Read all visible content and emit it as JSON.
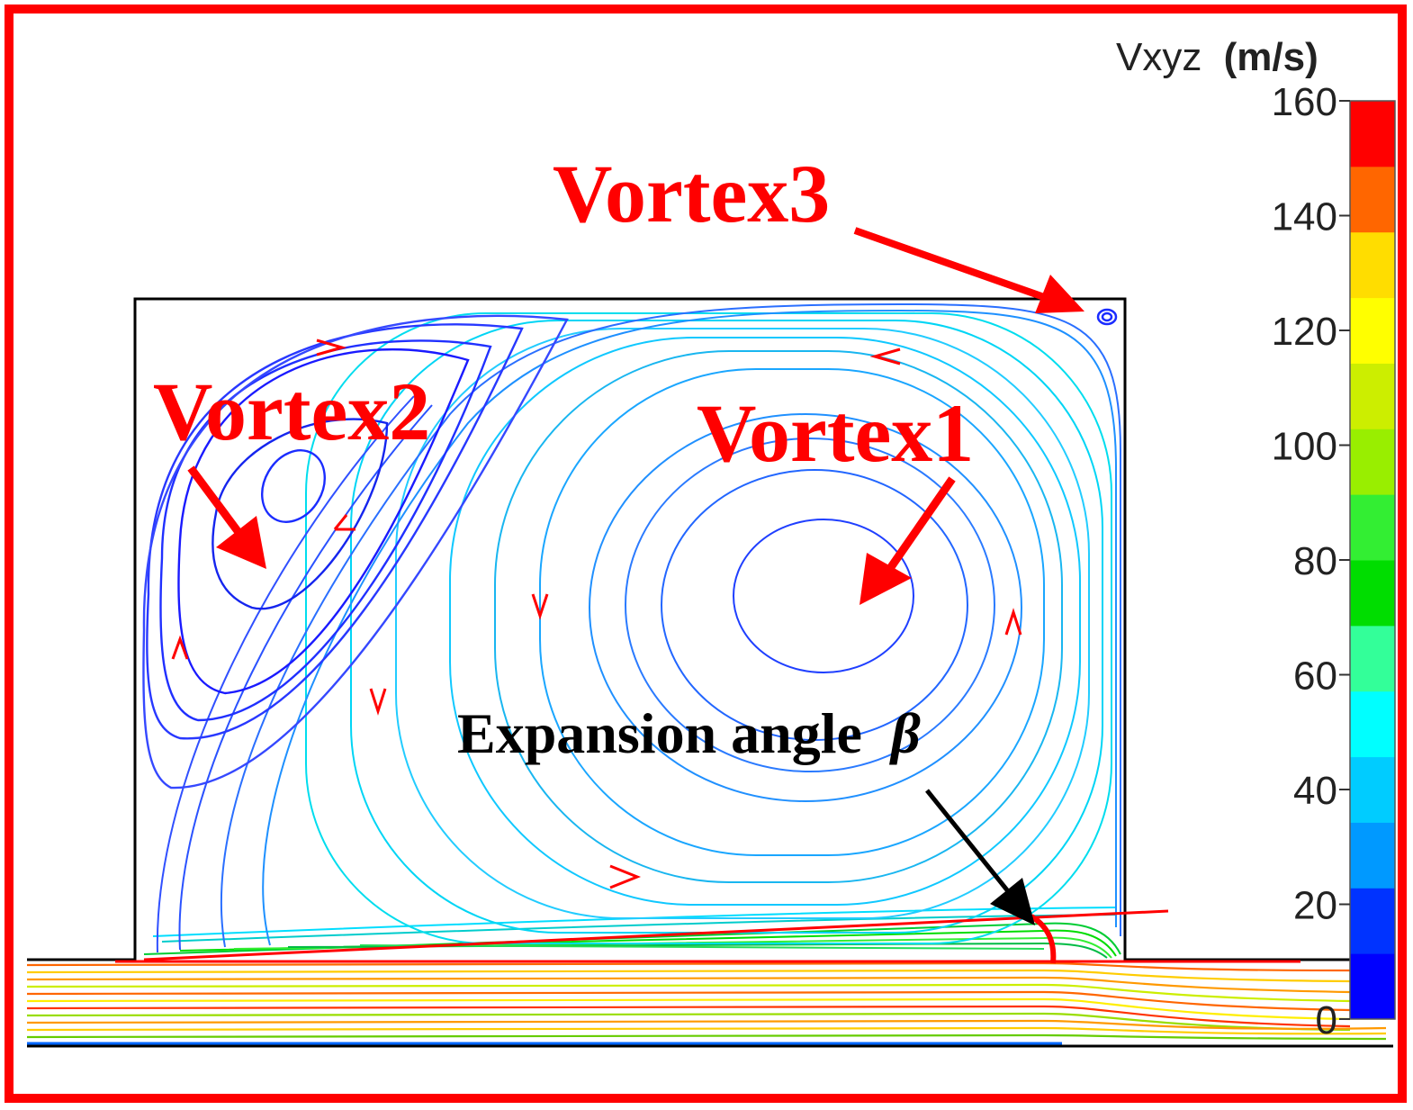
{
  "labels": {
    "vortex1": "Vortex1",
    "vortex2": "Vortex2",
    "vortex3": "Vortex3",
    "expansion": "Expansion angle",
    "beta": "β"
  },
  "colorbar": {
    "title": "Vxyz",
    "unit": "(m/s)",
    "ticks": [
      "160",
      "140",
      "120",
      "100",
      "80",
      "60",
      "40",
      "20",
      "0"
    ],
    "bands": [
      "#0000ff",
      "#0033ff",
      "#0099ff",
      "#00ccff",
      "#00ffff",
      "#33ff99",
      "#00dd00",
      "#33ee33",
      "#99ee00",
      "#ccee00",
      "#ffff00",
      "#ffdd00",
      "#ff6600",
      "#ff0000"
    ]
  },
  "colors": {
    "frame": "#ff0000",
    "annotation": "#ff0000",
    "outline": "#000000"
  }
}
